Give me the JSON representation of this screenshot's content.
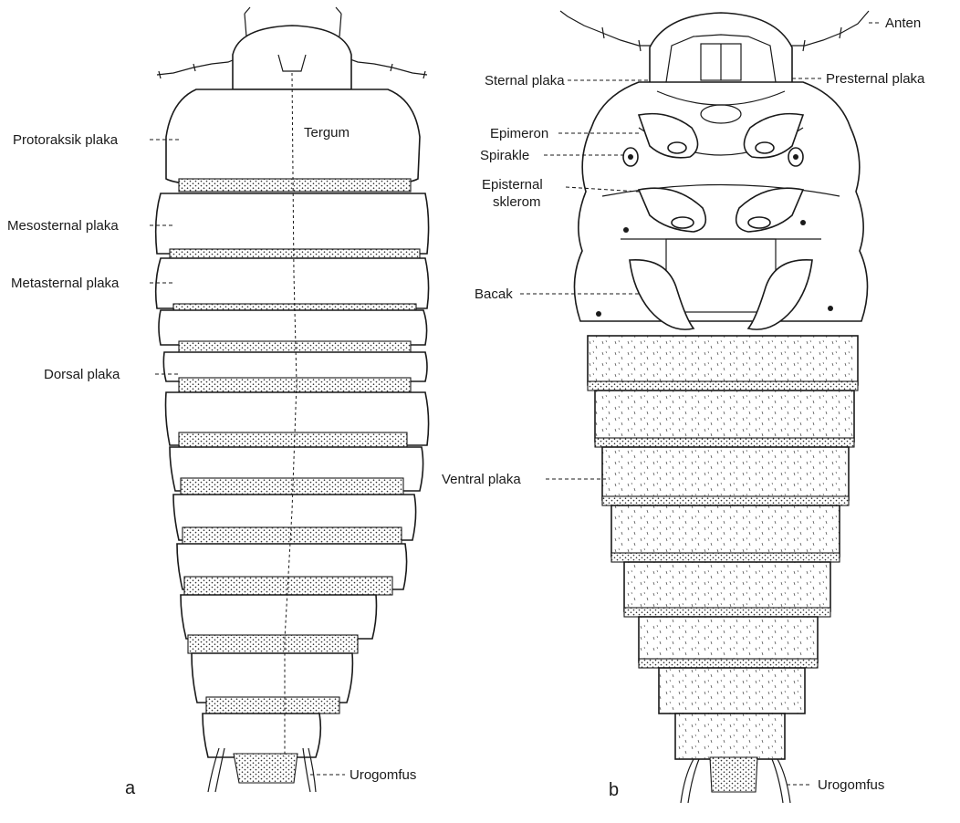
{
  "figure": {
    "panels": [
      {
        "letter": "a",
        "labels": {
          "tergum": "Tergum",
          "protoraksik": "Protoraksik plaka",
          "mesosternal": "Mesosternal plaka",
          "metasternal": "Metasternal plaka",
          "dorsal": "Dorsal plaka",
          "urogomfus": "Urogomfus"
        }
      },
      {
        "letter": "b",
        "labels": {
          "anten": "Anten",
          "sternal": "Sternal plaka",
          "presternal": "Presternal plaka",
          "epimeron": "Epimeron",
          "spirakle": "Spirakle",
          "episternal_1": "Episternal",
          "episternal_2": "sklerom",
          "bacak": "Bacak",
          "ventral": "Ventral plaka",
          "urogomfus": "Urogomfus"
        }
      }
    ]
  }
}
